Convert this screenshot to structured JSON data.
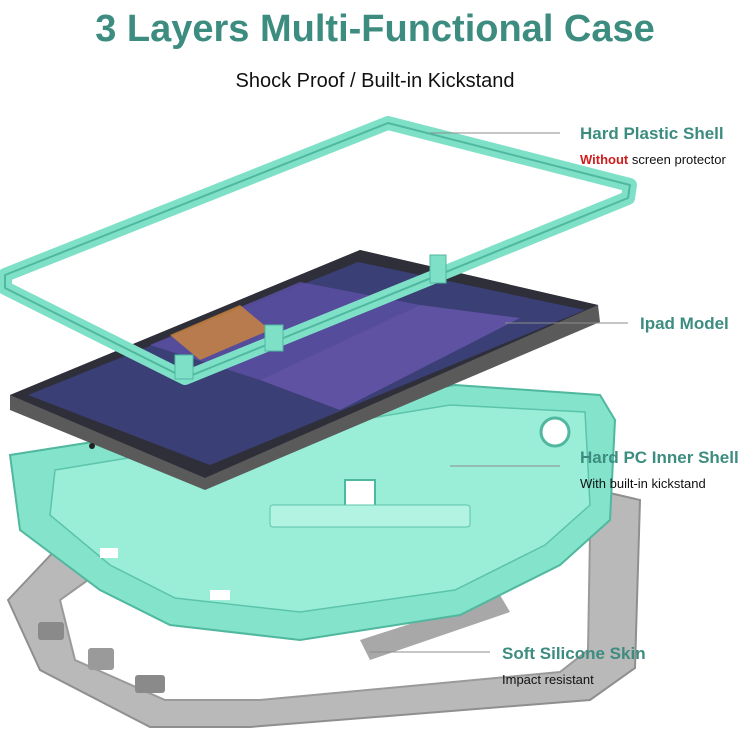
{
  "title": "3 Layers Multi-Functional Case",
  "subtitle": "Shock Proof / Built-in Kickstand",
  "layers": [
    {
      "name": "Hard Plastic Shell",
      "note_highlight": "Without",
      "note": " screen protector"
    },
    {
      "name": "Ipad Model"
    },
    {
      "name": "Hard PC Inner Shell",
      "note": "With built-in kickstand"
    },
    {
      "name": "Soft Silicone Skin",
      "note": "Impact resistant"
    }
  ],
  "colors": {
    "teal_text": "#3d8c80",
    "mint": "#7fe0c8",
    "mint_dark": "#4fb89e",
    "gray": "#b5b5b5",
    "warn": "#d11c1c"
  }
}
